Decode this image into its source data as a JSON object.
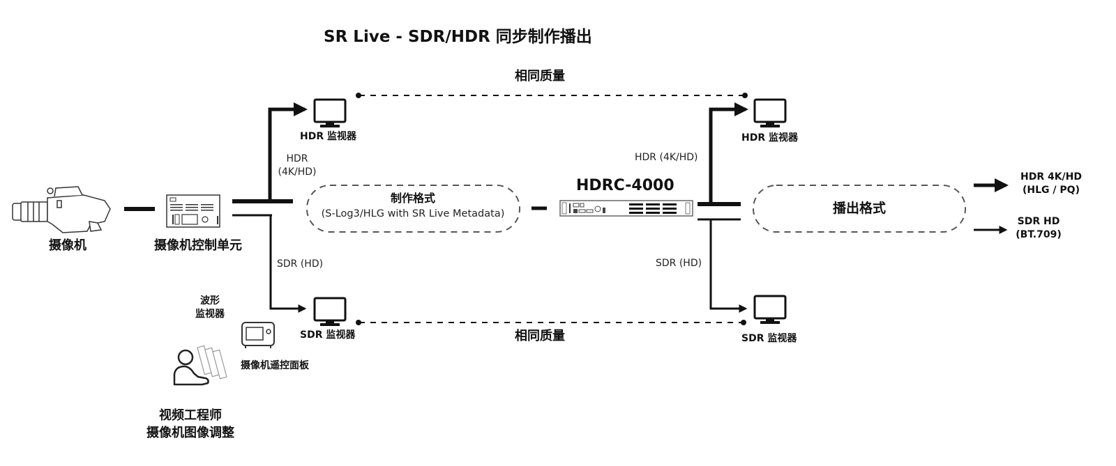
{
  "title": "SR Live - SDR/HDR  同步制作播出",
  "same_quality_top": "相同质量",
  "same_quality_bottom": "相同质量",
  "devices": {
    "camera": "摄像机",
    "ccu": "摄像机控制单元",
    "hdr_monitor_left": "HDR 监视器",
    "sdr_monitor_left": "SDR 监视器",
    "hdr_monitor_right": "HDR 监视器",
    "sdr_monitor_right": "SDR 监视器",
    "waveform_monitor_line1": "波形",
    "waveform_monitor_line2": "监视器",
    "rcp": "摄像机遥控面板",
    "engineer_line1": "视频工程师",
    "engineer_line2": "摄像机图像调整",
    "hdrc": "HDRC-4000"
  },
  "signals": {
    "left_hdr_line1": "HDR",
    "left_hdr_line2": "(4K/HD)",
    "left_sdr": "SDR (HD)",
    "right_hdr": "HDR (4K/HD)",
    "right_sdr": "SDR (HD)"
  },
  "production_format": {
    "title": "制作格式",
    "subtitle": "(S-Log3/HLG  with SR Live Metadata)"
  },
  "broadcast_format": {
    "title": "播出格式"
  },
  "outputs": {
    "hdr_line1": "HDR 4K/HD",
    "hdr_line2": "(HLG / PQ)",
    "sdr_line1": "SDR HD",
    "sdr_line2": "(BT.709)"
  }
}
